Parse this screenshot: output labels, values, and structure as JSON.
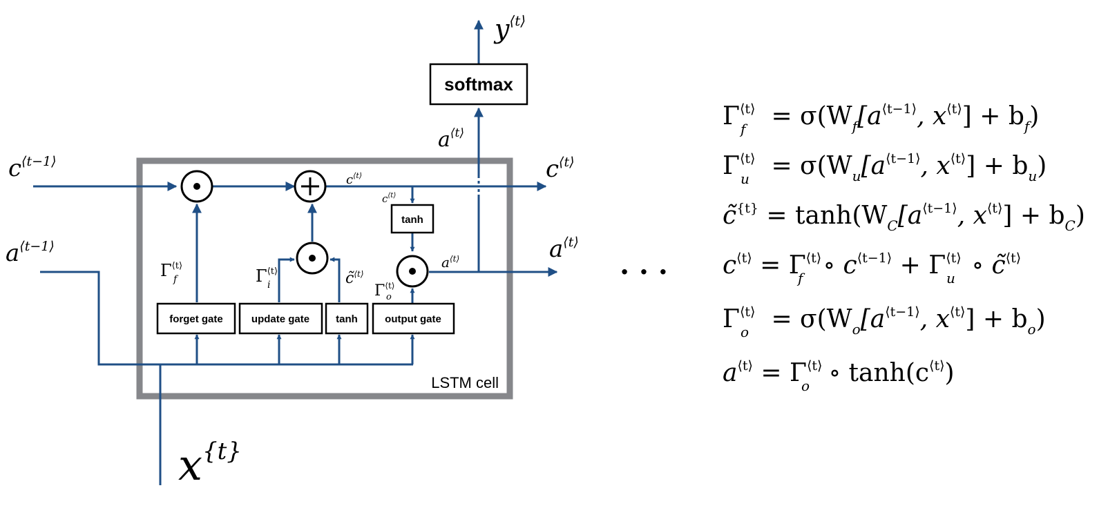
{
  "cell": {
    "label": "LSTM cell"
  },
  "boxes": {
    "softmax": "softmax",
    "tanh_top": "tanh",
    "forget_gate": "forget gate",
    "update_gate": "update gate",
    "tanh_bottom": "tanh",
    "output_gate": "output gate"
  },
  "ops": {
    "hadamard": "⊙",
    "plus": "+"
  },
  "labels": {
    "c_prev": {
      "base": "c",
      "sup": "⟨t−1⟩"
    },
    "a_prev": {
      "base": "a",
      "sup": "⟨t−1⟩"
    },
    "x_t": {
      "base": "x",
      "sup": "{t}"
    },
    "y_t": {
      "base": "y",
      "sup": "⟨t⟩"
    },
    "a_t_top": {
      "base": "a",
      "sup": "⟨t⟩"
    },
    "c_t_out": {
      "base": "c",
      "sup": "⟨t⟩"
    },
    "a_t_out": {
      "base": "a",
      "sup": "⟨t⟩"
    },
    "c_t_inner": {
      "base": "c",
      "sup": "⟨t⟩"
    },
    "c_t_branch": {
      "base": "c",
      "sup": "⟨t⟩"
    },
    "a_t_inner": {
      "base": "a",
      "sup": "⟨t⟩"
    },
    "gamma_f": {
      "base": "Γ",
      "sup": "⟨t⟩",
      "sub": "f"
    },
    "gamma_i": {
      "base": "Γ",
      "sup": "⟨t⟩",
      "sub": "i"
    },
    "c_tilde": {
      "base": "c̃",
      "sup": "⟨t⟩"
    },
    "gamma_o": {
      "base": "Γ",
      "sup": "⟨t⟩",
      "sub": "o"
    }
  },
  "ellipsis": "· · ·",
  "equations": {
    "eq1": {
      "lhs": {
        "base": "Γ",
        "sup": "⟨t⟩",
        "sub": "f"
      },
      "p1": " = σ(W",
      "p1_sub": "f",
      "p2": "[a",
      "p2_sup": "⟨t−1⟩",
      "p3": ", x",
      "p3_sup": "⟨t⟩",
      "p4": "] + b",
      "p4_sub": "f",
      "p5": ")"
    },
    "eq2": {
      "lhs": {
        "base": "Γ",
        "sup": "⟨t⟩",
        "sub": "u"
      },
      "p1": " = σ(W",
      "p1_sub": "u",
      "p2": "[a",
      "p2_sup": "⟨t−1⟩",
      "p3": ", x",
      "p3_sup": "⟨t⟩",
      "p4": "] + b",
      "p4_sub": "u",
      "p5": ")"
    },
    "eq3": {
      "lhs": {
        "base": "c̃",
        "sup": "{t}"
      },
      "p1": " = tanh(W",
      "p1_sub": "C",
      "p2": "[a",
      "p2_sup": "⟨t−1⟩",
      "p3": ", x",
      "p3_sup": "⟨t⟩",
      "p4": "] + b",
      "p4_sub": "C",
      "p5": ")"
    },
    "eq4": {
      "lhs": {
        "base": "c",
        "sup": "⟨t⟩"
      },
      "p1": " = Γ",
      "p1_sup": "⟨t⟩",
      "p1_sub": "f",
      "p2": " ∘ c",
      "p2_sup": "⟨t−1⟩",
      "p3": " + Γ",
      "p3_sup": "⟨t⟩",
      "p3_sub": "u",
      "p4": " ∘ c̃",
      "p4_sup": "⟨t⟩"
    },
    "eq5": {
      "lhs": {
        "base": "Γ",
        "sup": "⟨t⟩",
        "sub": "o"
      },
      "p1": " = σ(W",
      "p1_sub": "o",
      "p2": "[a",
      "p2_sup": "⟨t−1⟩",
      "p3": ", x",
      "p3_sup": "⟨t⟩",
      "p4": "] + b",
      "p4_sub": "o",
      "p5": ")"
    },
    "eq6": {
      "lhs": {
        "base": "a",
        "sup": "⟨t⟩"
      },
      "p1": " = Γ",
      "p1_sup": "⟨t⟩",
      "p1_sub": "o",
      "p2": " ∘ tanh(c",
      "p2_sup": "⟨t⟩",
      "p3": ")"
    }
  },
  "colors": {
    "arrow": "#1F4F86",
    "cell_border": "#86878B",
    "ink": "#000000"
  }
}
